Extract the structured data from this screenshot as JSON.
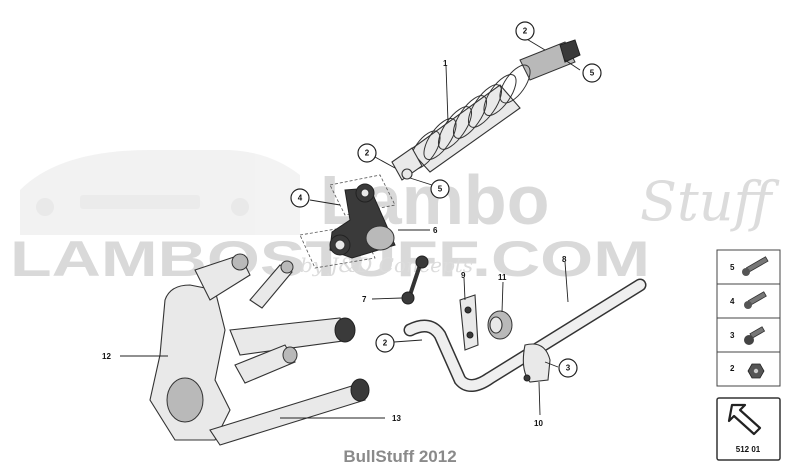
{
  "watermark": {
    "brand": "LAMBOSTUFF.COM",
    "lambo": "Lambo",
    "stuff": "Stuff",
    "tagline": "by J&D Concepts"
  },
  "callouts": {
    "c2_top": "2",
    "c5_top": "5",
    "c2_mid": "2",
    "c5_mid": "5",
    "c4": "4",
    "c2_bar": "2",
    "c3": "3"
  },
  "labels": {
    "l1": "1",
    "l6": "6",
    "l7": "7",
    "l8": "8",
    "l9": "9",
    "l10": "10",
    "l11": "11",
    "l12": "12",
    "l13": "13"
  },
  "legend": [
    {
      "number": "5",
      "icon": "long-bolt-icon"
    },
    {
      "number": "4",
      "icon": "bolt-icon"
    },
    {
      "number": "3",
      "icon": "flange-bolt-icon"
    },
    {
      "number": "2",
      "icon": "nut-icon"
    }
  ],
  "page_ref": "512 01",
  "footer": "BullStuff 2012"
}
